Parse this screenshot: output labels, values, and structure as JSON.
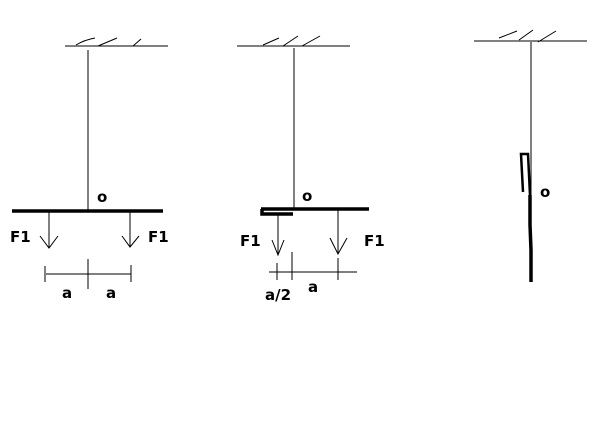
{
  "figures": [
    {
      "pivot_label": "o",
      "force_left": "F1",
      "force_right": "F1",
      "dim_left": "a",
      "dim_right": "a"
    },
    {
      "pivot_label": "o",
      "force_left": "F1",
      "force_right": "F1",
      "dim_left": "a/2",
      "dim_right": "a"
    },
    {
      "pivot_label": "o"
    }
  ]
}
